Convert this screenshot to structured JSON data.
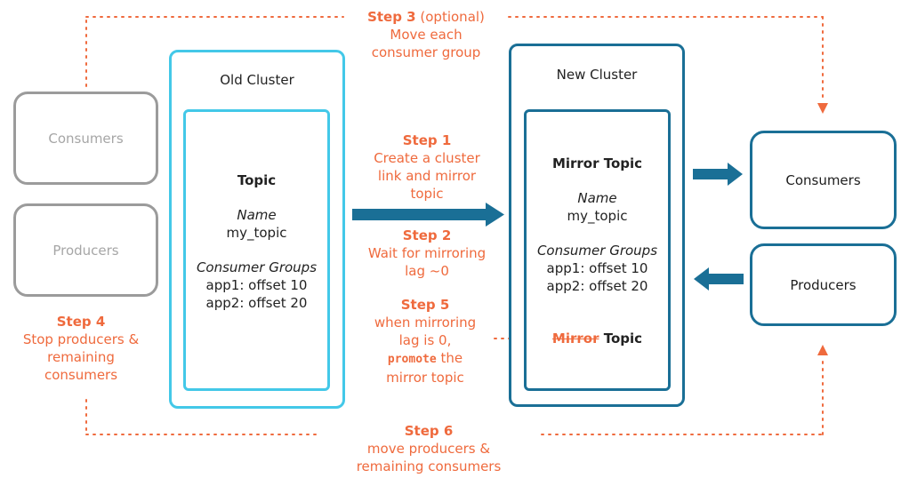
{
  "left": {
    "consumers_label": "Consumers",
    "producers_label": "Producers"
  },
  "old_cluster": {
    "title": "Old Cluster",
    "topic_title": "Topic",
    "name_label": "Name",
    "name_value": "my_topic",
    "groups_label": "Consumer Groups",
    "group1": "app1: offset 10",
    "group2": "app2: offset 20"
  },
  "new_cluster": {
    "title": "New Cluster",
    "topic_title": "Mirror Topic",
    "name_label": "Name",
    "name_value": "my_topic",
    "groups_label": "Consumer Groups",
    "group1": "app1: offset 10",
    "group2": "app2: offset 20",
    "promoted_strike": "Mirror",
    "promoted_rest": "Topic"
  },
  "right": {
    "consumers_label": "Consumers",
    "producers_label": "Producers"
  },
  "steps": {
    "step1": {
      "title": "Step 1",
      "line1": "Create a cluster",
      "line2": "link and mirror",
      "line3": "topic"
    },
    "step2": {
      "title": "Step 2",
      "line1": "Wait for mirroring",
      "line2": "lag ~0"
    },
    "step3": {
      "title": "Step 3",
      "suffix": "(optional)",
      "line1": "Move each",
      "line2": "consumer group"
    },
    "step4": {
      "title": "Step 4",
      "line1": "Stop producers &",
      "line2": "remaining",
      "line3": "consumers"
    },
    "step5": {
      "title": "Step 5",
      "line1": "when mirroring",
      "line2": "lag is 0,",
      "code": "promote",
      "line3_suffix": "the",
      "line4": "mirror topic"
    },
    "step6": {
      "title": "Step 6",
      "line1": "move producers &",
      "line2": "remaining consumers"
    }
  },
  "colors": {
    "orange": "#ef6a3d",
    "dark_blue": "#1a6f96",
    "light_blue": "#43c8e8",
    "gray": "#9b9b9b"
  }
}
